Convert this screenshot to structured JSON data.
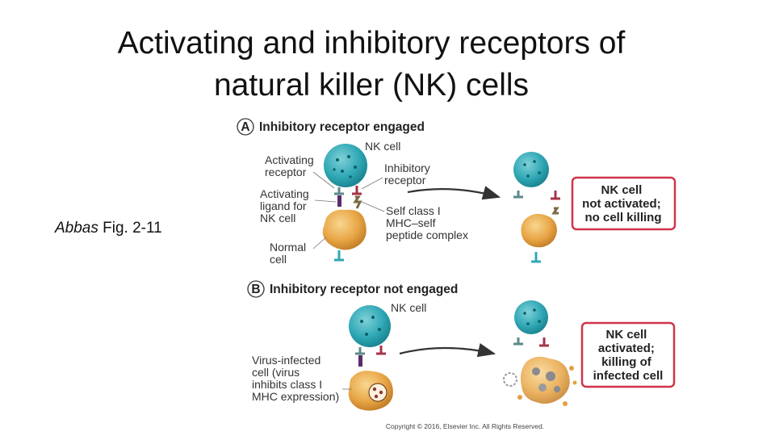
{
  "slide": {
    "title_line1": "Activating and inhibitory receptors of",
    "title_line2": "natural killer (NK) cells",
    "citation_italic": "Abbas",
    "citation_rest": " Fig. 2-11"
  },
  "panel_a": {
    "letter": "A",
    "heading": "Inhibitory receptor engaged",
    "label_nk_cell": "NK cell",
    "label_activating_receptor": [
      "Activating",
      "receptor"
    ],
    "label_inhibitory_receptor": [
      "Inhibitory",
      "receptor"
    ],
    "label_activating_ligand": [
      "Activating",
      "ligand for",
      "NK cell"
    ],
    "label_self_class": [
      "Self class I",
      "MHC–self",
      "peptide complex"
    ],
    "label_normal_cell": [
      "Normal",
      "cell"
    ],
    "outcome": [
      "NK cell",
      "not activated;",
      "no cell killing"
    ]
  },
  "panel_b": {
    "letter": "B",
    "heading": "Inhibitory receptor not engaged",
    "label_nk_cell": "NK cell",
    "label_virus_cell": [
      "Virus-infected",
      "cell (virus",
      "inhibits class I",
      "MHC expression)"
    ],
    "outcome": [
      "NK cell",
      "activated;",
      "killing of",
      "infected cell"
    ]
  },
  "copyright": "Copyright © 2016, Elsevier Inc. All Rights Reserved.",
  "colors": {
    "nk_cell": "#2fa8b5",
    "target_cell": "#e8a646",
    "outcome_border": "#d0344a",
    "inhibitory_receptor": "#a5334a",
    "activating_receptor": "#5b8a88",
    "mhc": "#7a6a40",
    "ligand": "#5b2a6e",
    "arrow": "#333333"
  },
  "icons": [
    "nk-cell-icon",
    "normal-cell-icon",
    "virus-infected-cell-icon",
    "dying-cell-icon",
    "arrow-icon"
  ]
}
